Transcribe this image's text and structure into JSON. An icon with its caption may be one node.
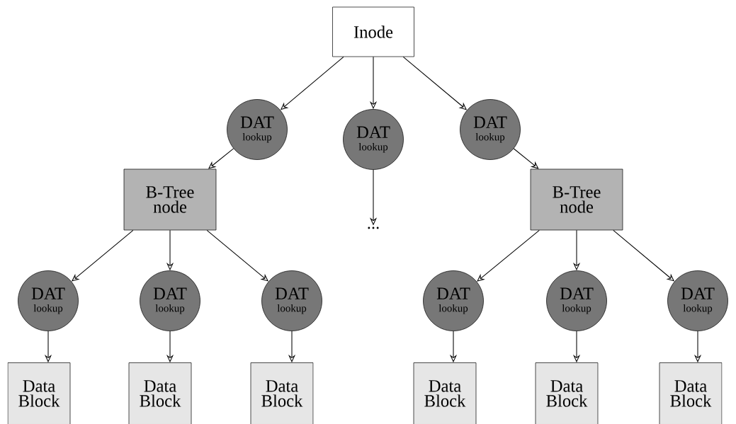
{
  "diagram": {
    "nodes": [
      {
        "text": [
          "Inode"
        ]
      },
      {
        "text": [
          "DAT",
          "lookup"
        ]
      },
      {
        "text": [
          "DAT",
          "lookup"
        ]
      },
      {
        "text": [
          "DAT",
          "lookup"
        ]
      },
      {
        "text": [
          "B-Tree node"
        ]
      },
      {
        "text": [
          "..."
        ]
      },
      {
        "text": [
          "B-Tree node"
        ]
      },
      {
        "text": [
          "DAT",
          "lookup"
        ]
      },
      {
        "text": [
          "DAT",
          "lookup"
        ]
      },
      {
        "text": [
          "DAT",
          "lookup"
        ]
      },
      {
        "text": [
          "DAT",
          "lookup"
        ]
      },
      {
        "text": [
          "DAT",
          "lookup"
        ]
      },
      {
        "text": [
          "DAT",
          "lookup"
        ]
      },
      {
        "text": [
          "Data Block"
        ]
      },
      {
        "text": [
          "Data Block"
        ]
      },
      {
        "text": [
          "Data Block"
        ]
      },
      {
        "text": [
          "Data Block"
        ]
      },
      {
        "text": [
          "Data Block"
        ]
      },
      {
        "text": [
          "Data Block"
        ]
      }
    ],
    "edges": [
      {
        "from": 0,
        "to": 1,
        "arrow": "to"
      },
      {
        "from": 0,
        "to": 2,
        "arrow": "to"
      },
      {
        "from": 0,
        "to": 3,
        "arrow": "to"
      },
      {
        "from": 1,
        "to": 4,
        "arrow": "to"
      },
      {
        "from": 2,
        "to": 5,
        "arrow": "to"
      },
      {
        "from": 3,
        "to": 6,
        "arrow": "to"
      },
      {
        "from": 4,
        "to": 7,
        "arrow": "to"
      },
      {
        "from": 4,
        "to": 8,
        "arrow": "to"
      },
      {
        "from": 4,
        "to": 9,
        "arrow": "to"
      },
      {
        "from": 6,
        "to": 10,
        "arrow": "to"
      },
      {
        "from": 6,
        "to": 11,
        "arrow": "to"
      },
      {
        "from": 6,
        "to": 12,
        "arrow": "to"
      },
      {
        "from": 7,
        "to": 13,
        "arrow": "to"
      },
      {
        "from": 8,
        "to": 14,
        "arrow": "to"
      },
      {
        "from": 9,
        "to": 15,
        "arrow": "to"
      },
      {
        "from": 10,
        "to": 16,
        "arrow": "to"
      },
      {
        "from": 11,
        "to": 17,
        "arrow": "to"
      },
      {
        "from": 12,
        "to": 18,
        "arrow": "to"
      }
    ]
  }
}
